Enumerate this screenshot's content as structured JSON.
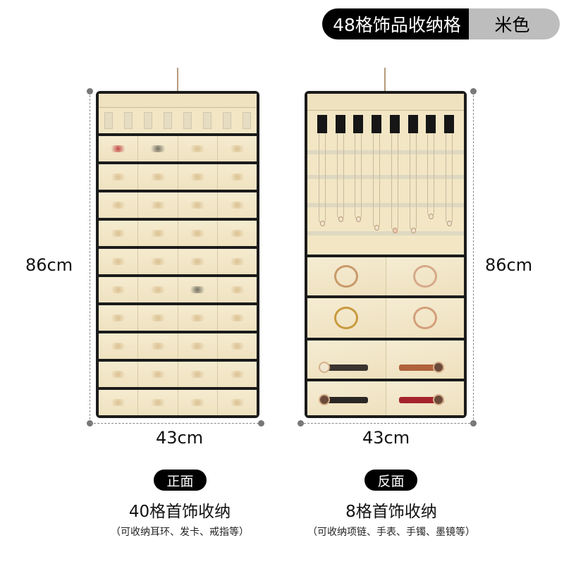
{
  "header_badge": {
    "product": "48格饰品收纳格",
    "color": "米色"
  },
  "dimensions": {
    "left_height": "86cm",
    "right_height": "86cm",
    "left_width": "43cm",
    "right_width": "43cm"
  },
  "front_panel": {
    "pill_label": "正面",
    "title": "40格首饰收纳",
    "subtitle": "（可收纳耳环、发卡、戒指等）",
    "grid": {
      "rows": 10,
      "cols": 4
    }
  },
  "back_panel": {
    "pill_label": "反面",
    "title": "8格首饰收纳",
    "subtitle": "（可收纳项链、手表、手镯、墨镜等）",
    "necklace_tabs": 8,
    "pocket_grid": {
      "rows": 4,
      "cols": 2
    },
    "pocket_contents": [
      "bangle",
      "bangle",
      "bangle",
      "bangle",
      "watch",
      "watch",
      "watch",
      "watch"
    ]
  },
  "colors": {
    "fabric": "#f2e6c4",
    "trim": "#1b1b1b",
    "badge_dark": "#000000",
    "badge_light": "#bdbdbd"
  }
}
